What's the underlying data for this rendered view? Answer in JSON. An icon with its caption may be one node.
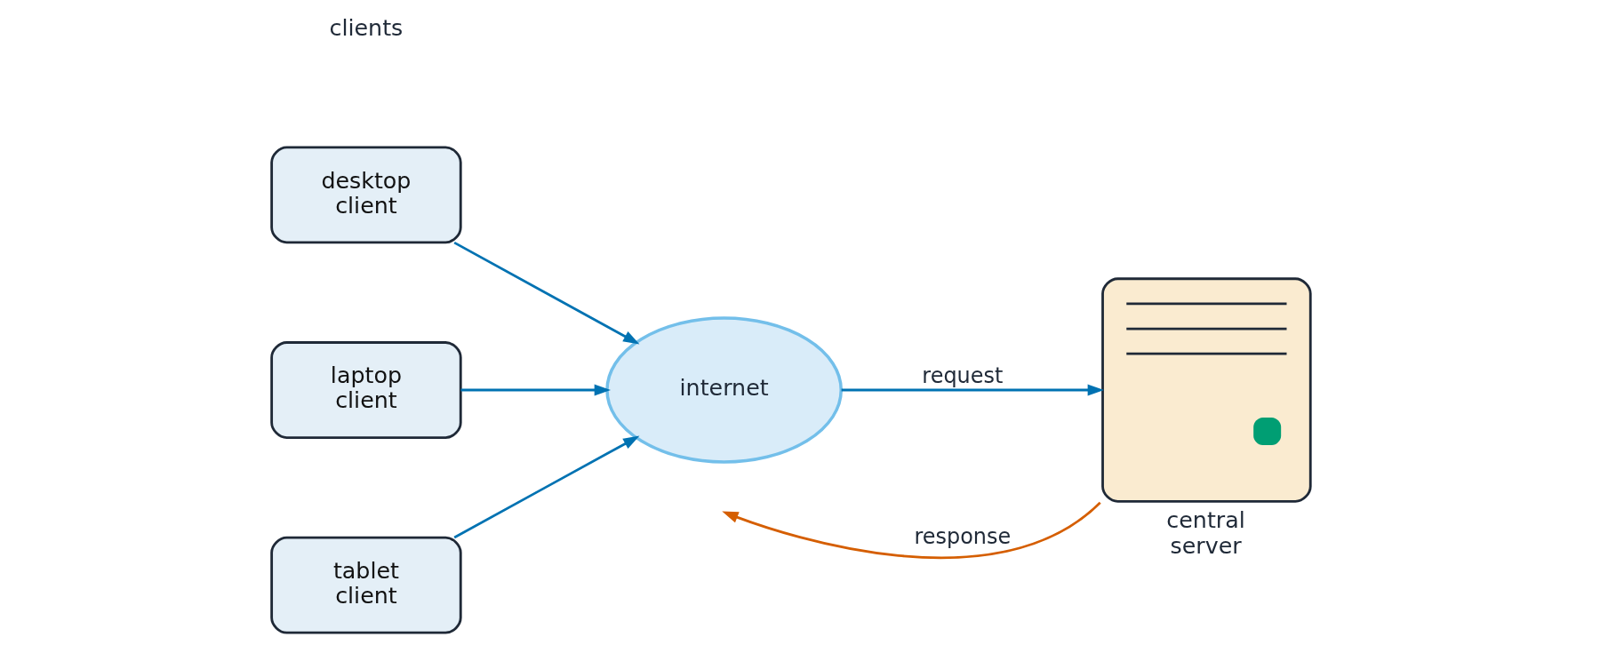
{
  "diagram": {
    "nodes": [
      {
        "text": [
          "desktop client"
        ]
      },
      {
        "text": [
          "laptop client"
        ]
      },
      {
        "text": [
          "tablet client"
        ]
      },
      {
        "text": [
          "internet"
        ]
      },
      {
        "text": [
          "central server"
        ]
      }
    ],
    "edges": [
      {
        "from": 0,
        "to": 3,
        "arrow": "to"
      },
      {
        "from": 1,
        "to": 3,
        "arrow": "to"
      },
      {
        "from": 2,
        "to": 3,
        "arrow": "to"
      },
      {
        "from": 3,
        "to": 4,
        "arrow": "to",
        "label": "request"
      },
      {
        "from": 4,
        "to": null,
        "arrow": "to",
        "label": "response",
        "color": "#d55e00"
      }
    ],
    "labels": [
      "clients"
    ]
  }
}
